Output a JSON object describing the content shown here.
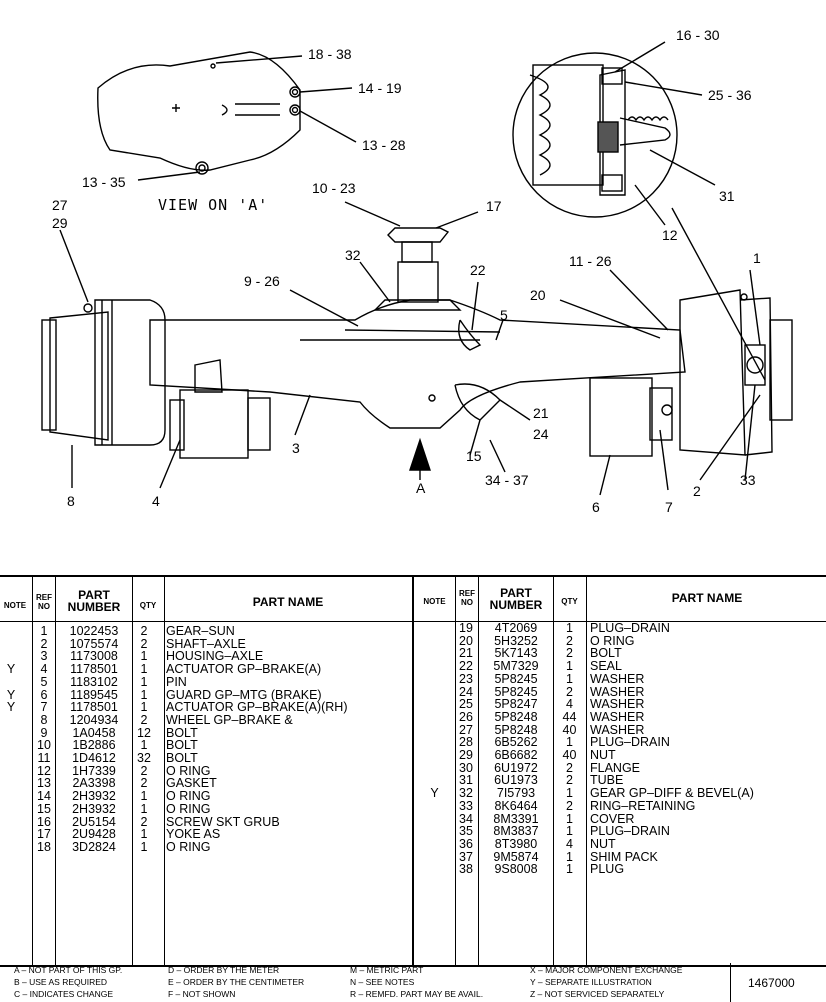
{
  "drawing": {
    "view_label": "VIEW ON 'A'",
    "arrow_label": "A",
    "callouts": {
      "c18_38": "18 - 38",
      "c14_19": "14 - 19",
      "c13_28": "13 - 28",
      "c13_35": "13 - 35",
      "c16_30": "16 - 30",
      "c25_36": "25 - 36",
      "c31": "31",
      "c12": "12",
      "c10_23": "10 - 23",
      "c17": "17",
      "c27": "27",
      "c29": "29",
      "c32": "32",
      "c9_26": "9 - 26",
      "c22": "22",
      "c11_26": "11 - 26",
      "c1": "1",
      "c20": "20",
      "c5": "5",
      "c3": "3",
      "c21": "21",
      "c24": "24",
      "c15": "15",
      "c34_37": "34 - 37",
      "c33": "33",
      "c2": "2",
      "c8": "8",
      "c4": "4",
      "c6": "6",
      "c7": "7"
    }
  },
  "table": {
    "headers": {
      "note": "NOTE",
      "ref_no": "REF NO",
      "part_number": "PART NUMBER",
      "qty": "QTY",
      "part_name": "PART NAME"
    },
    "left_rows": [
      {
        "note": "",
        "ref": "1",
        "part": "1022453",
        "qty": "2",
        "name": "GEAR–SUN"
      },
      {
        "note": "",
        "ref": "2",
        "part": "1075574",
        "qty": "2",
        "name": "SHAFT–AXLE"
      },
      {
        "note": "",
        "ref": "3",
        "part": "1173008",
        "qty": "1",
        "name": "HOUSING–AXLE"
      },
      {
        "note": "Y",
        "ref": "4",
        "part": "1178501",
        "qty": "1",
        "name": "ACTUATOR GP–BRAKE(A)"
      },
      {
        "note": "",
        "ref": "5",
        "part": "1183102",
        "qty": "1",
        "name": "PIN"
      },
      {
        "note": "Y",
        "ref": "6",
        "part": "1189545",
        "qty": "1",
        "name": "GUARD GP–MTG (BRAKE)"
      },
      {
        "note": "Y",
        "ref": "7",
        "part": "1178501",
        "qty": "1",
        "name": "ACTUATOR GP–BRAKE(A)(RH)"
      },
      {
        "note": "",
        "ref": "8",
        "part": "1204934",
        "qty": "2",
        "name": "WHEEL GP–BRAKE &"
      },
      {
        "note": "",
        "ref": "9",
        "part": "1A0458",
        "qty": "12",
        "name": "BOLT"
      },
      {
        "note": "",
        "ref": "10",
        "part": "1B2886",
        "qty": "1",
        "name": "BOLT"
      },
      {
        "note": "",
        "ref": "11",
        "part": "1D4612",
        "qty": "32",
        "name": "BOLT"
      },
      {
        "note": "",
        "ref": "12",
        "part": "1H7339",
        "qty": "2",
        "name": "O RING"
      },
      {
        "note": "",
        "ref": "13",
        "part": "2A3398",
        "qty": "2",
        "name": "GASKET"
      },
      {
        "note": "",
        "ref": "14",
        "part": "2H3932",
        "qty": "1",
        "name": "O RING"
      },
      {
        "note": "",
        "ref": "15",
        "part": "2H3932",
        "qty": "1",
        "name": "O RING"
      },
      {
        "note": "",
        "ref": "16",
        "part": "2U5154",
        "qty": "2",
        "name": "SCREW SKT GRUB"
      },
      {
        "note": "",
        "ref": "17",
        "part": "2U9428",
        "qty": "1",
        "name": "YOKE AS"
      },
      {
        "note": "",
        "ref": "18",
        "part": "3D2824",
        "qty": "1",
        "name": "O RING"
      }
    ],
    "right_rows": [
      {
        "note": "",
        "ref": "19",
        "part": "4T2069",
        "qty": "1",
        "name": "PLUG–DRAIN"
      },
      {
        "note": "",
        "ref": "20",
        "part": "5H3252",
        "qty": "2",
        "name": "O RING"
      },
      {
        "note": "",
        "ref": "21",
        "part": "5K7143",
        "qty": "2",
        "name": "BOLT"
      },
      {
        "note": "",
        "ref": "22",
        "part": "5M7329",
        "qty": "1",
        "name": "SEAL"
      },
      {
        "note": "",
        "ref": "23",
        "part": "5P8245",
        "qty": "1",
        "name": "WASHER"
      },
      {
        "note": "",
        "ref": "24",
        "part": "5P8245",
        "qty": "2",
        "name": "WASHER"
      },
      {
        "note": "",
        "ref": "25",
        "part": "5P8247",
        "qty": "4",
        "name": "WASHER"
      },
      {
        "note": "",
        "ref": "26",
        "part": "5P8248",
        "qty": "44",
        "name": "WASHER"
      },
      {
        "note": "",
        "ref": "27",
        "part": "5P8248",
        "qty": "40",
        "name": "WASHER"
      },
      {
        "note": "",
        "ref": "28",
        "part": "6B5262",
        "qty": "1",
        "name": "PLUG–DRAIN"
      },
      {
        "note": "",
        "ref": "29",
        "part": "6B6682",
        "qty": "40",
        "name": "NUT"
      },
      {
        "note": "",
        "ref": "30",
        "part": "6U1972",
        "qty": "2",
        "name": "FLANGE"
      },
      {
        "note": "",
        "ref": "31",
        "part": "6U1973",
        "qty": "2",
        "name": "TUBE"
      },
      {
        "note": "Y",
        "ref": "32",
        "part": "7I5793",
        "qty": "1",
        "name": "GEAR GP–DIFF & BEVEL(A)"
      },
      {
        "note": "",
        "ref": "33",
        "part": "8K6464",
        "qty": "2",
        "name": "RING–RETAINING"
      },
      {
        "note": "",
        "ref": "34",
        "part": "8M3391",
        "qty": "1",
        "name": "COVER"
      },
      {
        "note": "",
        "ref": "35",
        "part": "8M3837",
        "qty": "1",
        "name": "PLUG–DRAIN"
      },
      {
        "note": "",
        "ref": "36",
        "part": "8T3980",
        "qty": "4",
        "name": "NUT"
      },
      {
        "note": "",
        "ref": "37",
        "part": "9M5874",
        "qty": "1",
        "name": "SHIM PACK"
      },
      {
        "note": "",
        "ref": "38",
        "part": "9S8008",
        "qty": "1",
        "name": "PLUG"
      }
    ]
  },
  "legend": {
    "col1": [
      "A – NOT PART OF THIS GP.",
      "B – USE AS REQUIRED",
      "C – INDICATES CHANGE"
    ],
    "col2": [
      "D – ORDER BY THE METER",
      "E – ORDER BY THE CENTIMETER",
      "F – NOT SHOWN"
    ],
    "col3": [
      "M – METRIC PART",
      "N – SEE NOTES",
      "R – REMFD. PART MAY BE AVAIL."
    ],
    "col4": [
      "X – MAJOR COMPONENT EXCHANGE",
      "Y – SEPARATE ILLUSTRATION",
      "Z – NOT SERVICED SEPARATELY"
    ]
  },
  "document_number": "1467000"
}
